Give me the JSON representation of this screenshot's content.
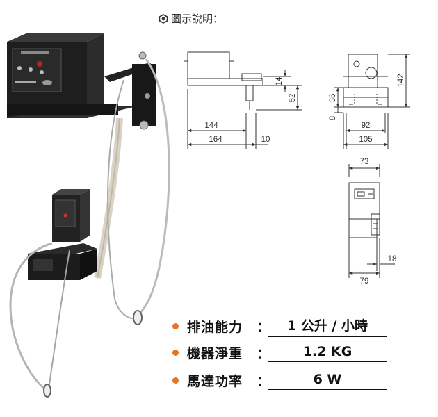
{
  "header": {
    "title": "圖示說明：",
    "icon": "hexagon-dot-icon"
  },
  "drawing": {
    "side_view": {
      "dim_144": "144",
      "dim_164": "164",
      "dim_10": "10",
      "dim_14": "14",
      "dim_52": "52"
    },
    "front_view": {
      "dim_36": "36",
      "dim_8": "8",
      "dim_92": "92",
      "dim_105": "105",
      "dim_142": "142"
    },
    "top_view": {
      "dim_73": "73",
      "dim_18": "18",
      "dim_79": "79"
    }
  },
  "specs": [
    {
      "label": "排油能力",
      "colon": "：",
      "value": "1 公升 / 小時"
    },
    {
      "label": "機器淨重",
      "colon": "：",
      "value": "1.2 KG"
    },
    {
      "label": "馬達功率",
      "colon": "：",
      "value": "6 W"
    }
  ],
  "colors": {
    "bullet": "#e8741e",
    "line": "#333333"
  }
}
